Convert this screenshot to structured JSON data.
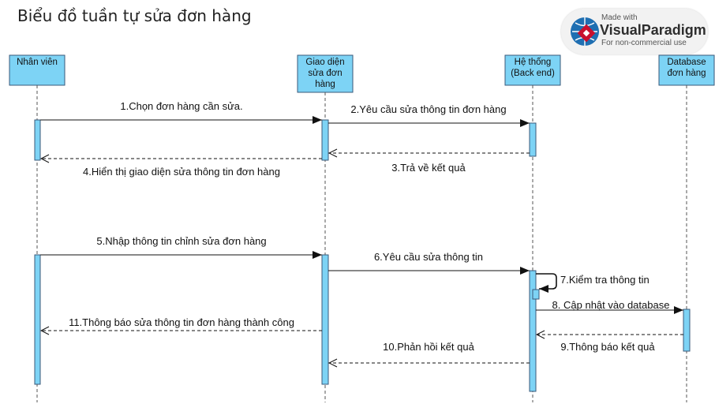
{
  "title": "Biểu đồ tuần tự sửa đơn hàng",
  "logo": {
    "made_with": "Made with",
    "brand": "VisualParadigm",
    "note": "For non-commercial use"
  },
  "colors": {
    "lifeline_fill": "#7dd3f5",
    "lifeline_stroke": "#3a5a7a",
    "arrow": "#111111",
    "logo_red": "#c8102e",
    "logo_blue": "#1f6fb2"
  },
  "participants": [
    {
      "id": "nv",
      "lines": [
        "Nhân viên"
      ]
    },
    {
      "id": "gd",
      "lines": [
        "Giao diện",
        "sửa đơn",
        "hàng"
      ]
    },
    {
      "id": "ht",
      "lines": [
        "Hệ thống",
        "(Back end)"
      ]
    },
    {
      "id": "db",
      "lines": [
        "Database",
        "đơn hàng"
      ]
    }
  ],
  "messages": [
    {
      "from": "nv",
      "to": "gd",
      "type": "sync",
      "text": "1.Chọn đơn hàng cần sửa."
    },
    {
      "from": "gd",
      "to": "ht",
      "type": "sync",
      "text": "2.Yêu cầu sửa thông tin đơn hàng"
    },
    {
      "from": "ht",
      "to": "gd",
      "type": "return",
      "text": "3.Trả về kết quả"
    },
    {
      "from": "gd",
      "to": "nv",
      "type": "return",
      "text": "4.Hiển thị giao diện sửa thông tin đơn hàng"
    },
    {
      "from": "nv",
      "to": "gd",
      "type": "sync",
      "text": "5.Nhập thông tin chỉnh sửa đơn hàng"
    },
    {
      "from": "gd",
      "to": "ht",
      "type": "sync",
      "text": "6.Yêu cầu sửa thông tin"
    },
    {
      "from": "ht",
      "to": "ht",
      "type": "self",
      "text": "7.Kiểm tra thông tin"
    },
    {
      "from": "ht",
      "to": "db",
      "type": "sync",
      "text": "8. Cập nhật vào database"
    },
    {
      "from": "db",
      "to": "ht",
      "type": "return",
      "text": "9.Thông báo kết quả"
    },
    {
      "from": "ht",
      "to": "gd",
      "type": "return",
      "text": "10.Phản hồi kết quả"
    },
    {
      "from": "gd",
      "to": "nv",
      "type": "return",
      "text": "11.Thông báo sửa thông tin đơn hàng thành công"
    }
  ]
}
